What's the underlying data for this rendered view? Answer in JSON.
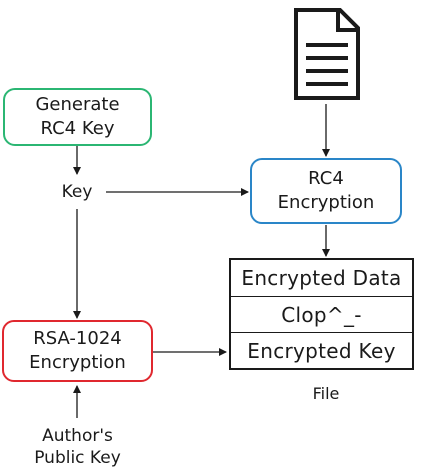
{
  "diagram": {
    "generate_box": {
      "line1": "Generate",
      "line2": "RC4 Key"
    },
    "key_label": "Key",
    "rc4_box": {
      "line1": "RC4",
      "line2": "Encryption"
    },
    "rsa_box": {
      "line1": "RSA-1024",
      "line2": "Encryption"
    },
    "author_key": {
      "line1": "Author's",
      "line2": "Public Key"
    },
    "file_rows": [
      "Encrypted Data",
      "Clop^_-",
      "Encrypted Key"
    ],
    "file_label": "File",
    "document_icon": "document-icon",
    "colors": {
      "generate_border": "#2bb673",
      "rc4_border": "#2a86c8",
      "rsa_border": "#e0282f"
    }
  }
}
